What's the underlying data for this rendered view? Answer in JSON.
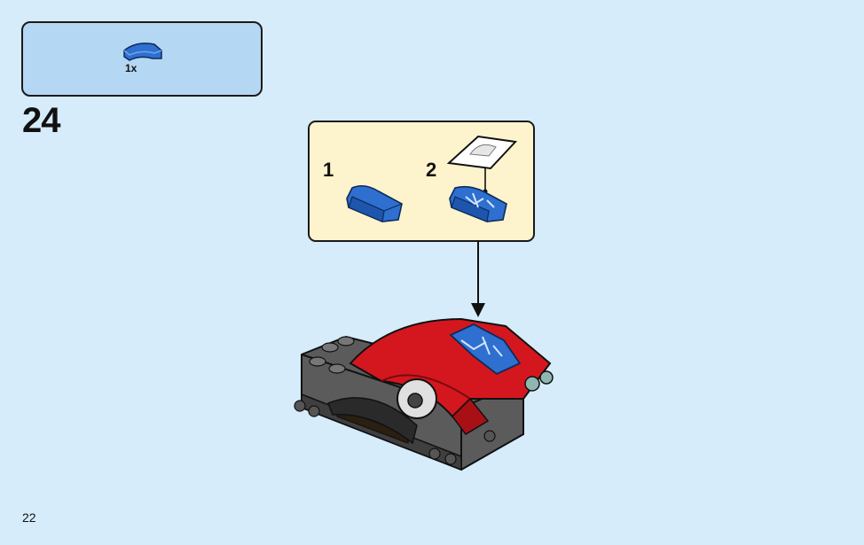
{
  "parts_list": {
    "items": [
      {
        "icon": "blue-curved-slope-brick-icon",
        "quantity": "1x"
      }
    ]
  },
  "step": {
    "number": "24"
  },
  "sub_assembly": {
    "steps": [
      {
        "number": "1",
        "icon": "blue-curved-slope-brick-icon"
      },
      {
        "number": "2",
        "icon": "printed-blue-slope-brick-icon",
        "extra_icon": "sticker-sheet-icon"
      }
    ]
  },
  "page": {
    "number": "22"
  },
  "colors": {
    "background": "#d6ecfb",
    "parts_box": "#b4d7f3",
    "sub_box": "#fdf3cc",
    "brick_blue": "#2e6fd0",
    "brick_red": "#d4171e",
    "brick_grey": "#5b5b5b"
  }
}
